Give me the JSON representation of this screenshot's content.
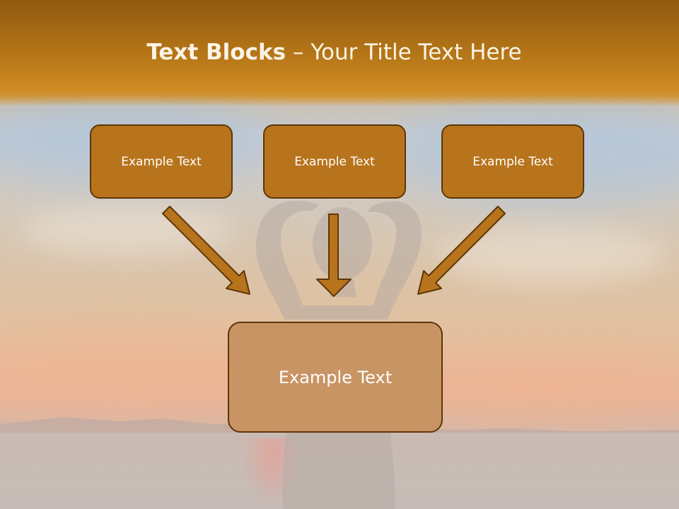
{
  "title": {
    "bold": "Text Blocks",
    "dash": " – ",
    "rest": "Your Title Text Here"
  },
  "boxes": {
    "left": "Example Text",
    "center": "Example Text",
    "right": "Example Text",
    "bottom": "Example Text"
  },
  "colors": {
    "title_bar": "#b87818",
    "box_fill": "#b8741c",
    "box_border": "#5c3608",
    "bottom_box_fill": "#c99463",
    "arrow_fill": "#b8741c",
    "title_text": "#fbf3e6"
  }
}
